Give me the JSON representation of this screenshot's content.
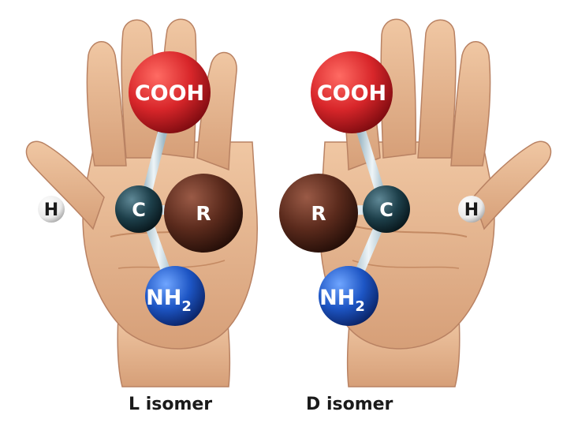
{
  "molecules": [
    {
      "id": "l",
      "carboxyl_label": "COOH",
      "alpha_carbon_label": "C",
      "hydrogen_label": "H",
      "r_group_label": "R",
      "amino_label_main": "NH",
      "amino_label_sub": "2",
      "caption_letter": "L",
      "caption_word": "isomer"
    },
    {
      "id": "d",
      "carboxyl_label": "COOH",
      "alpha_carbon_label": "C",
      "hydrogen_label": "H",
      "r_group_label": "R",
      "amino_label_main": "NH",
      "amino_label_sub": "2",
      "caption_letter": "D",
      "caption_word": "isomer"
    }
  ],
  "colors": {
    "carboxyl": "#d8262a",
    "alpha_carbon": "#1d3f4a",
    "hydrogen": "#f2f2f2",
    "r_group": "#5a2a1c",
    "amino": "#1d55c4",
    "bond": "#cfe0ea",
    "skin": "#e6b68e",
    "skin_shadow": "#c98f66"
  }
}
